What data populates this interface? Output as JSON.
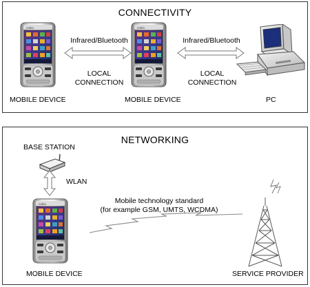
{
  "connectivity": {
    "title": "CONNECTIVITY",
    "device1_label": "MOBILE DEVICE",
    "device2_label": "MOBILE DEVICE",
    "pc_label": "PC",
    "link1_protocol": "Infrared/Bluetooth",
    "link1_type": [
      "LOCAL",
      "CONNECTION"
    ],
    "link2_protocol": "Infrared/Bluetooth",
    "link2_type": [
      "LOCAL",
      "CONNECTION"
    ]
  },
  "networking": {
    "title": "NETWORKING",
    "base_station_label": "BASE STATION",
    "wlan_label": "WLAN",
    "device_label": "MOBILE DEVICE",
    "standard_line1": "Mobile technology standard",
    "standard_line2": "(for example GSM, UMTS, WCDMA)",
    "provider_label": "SERVICE PROVIDER"
  },
  "colors": {
    "panel_border": "#333333",
    "arrow_fill": "#ffffff",
    "phone_body": "#d9d9d9",
    "phone_screen": "#3a3a8a"
  }
}
